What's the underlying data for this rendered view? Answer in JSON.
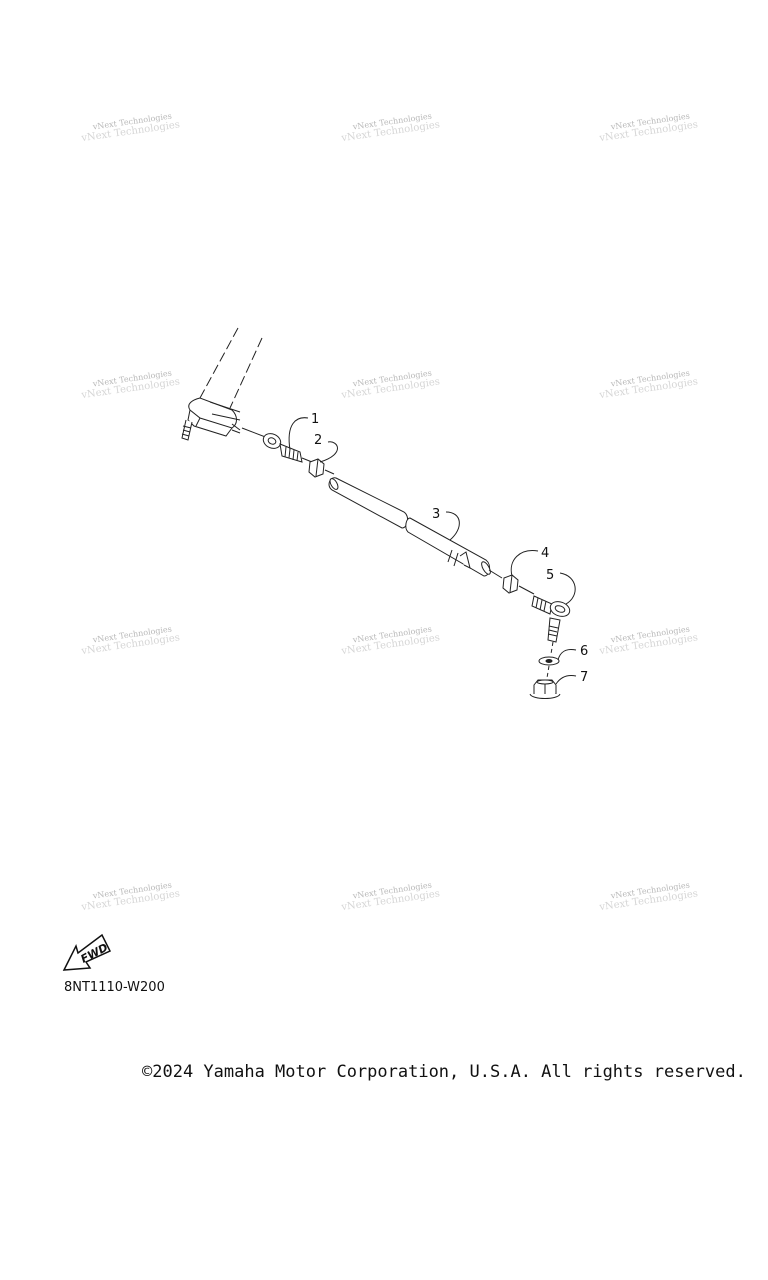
{
  "watermark": {
    "line1": "vNext Technologies",
    "line2": "vNext Technologies"
  },
  "callouts": [
    "1",
    "2",
    "3",
    "4",
    "5",
    "6",
    "7"
  ],
  "fwd_label": "FWD",
  "drawing_code": "8NT1110-W200",
  "copyright": "©2024 Yamaha Motor Corporation, U.S.A. All rights reserved."
}
